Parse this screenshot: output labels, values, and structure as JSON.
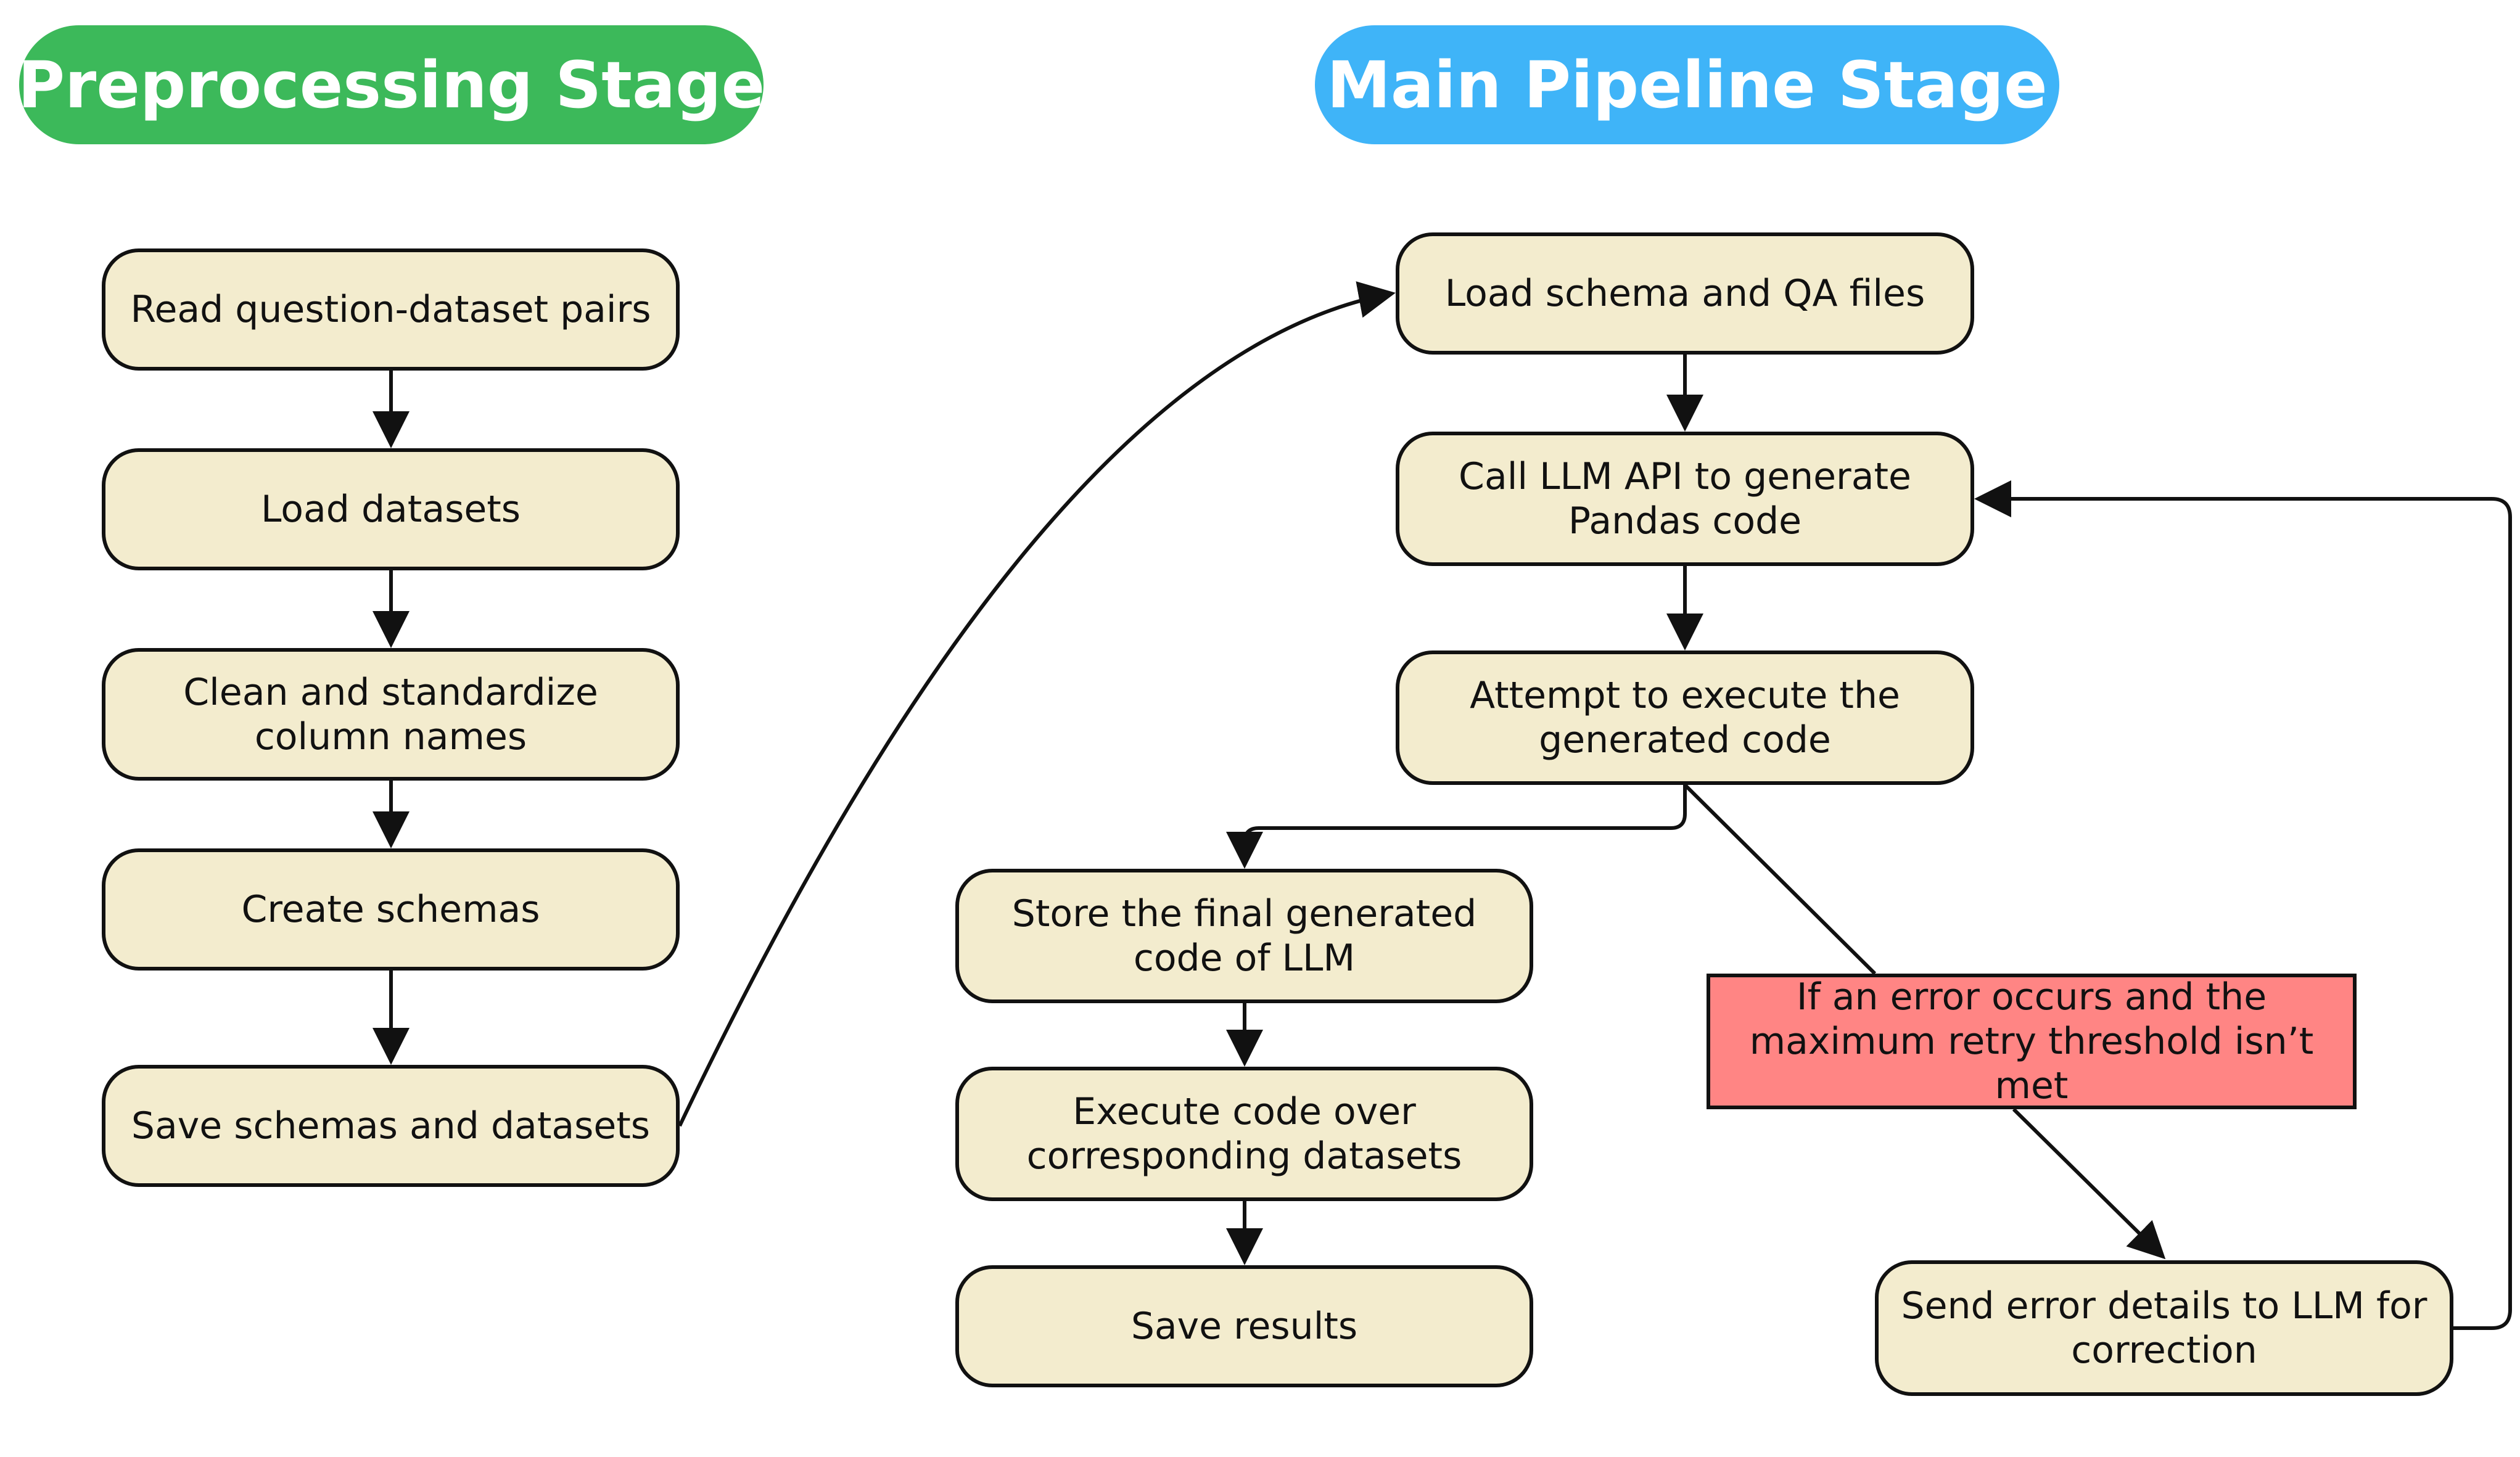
{
  "stages": {
    "preprocessing": "Preprocessing Stage",
    "main": "Main Pipeline Stage"
  },
  "colors": {
    "preprocessing_header": "#3cb95a",
    "main_header": "#3fb4f8",
    "step_fill": "#f3ecce",
    "condition_fill": "#ff8584",
    "stroke": "#111111"
  },
  "preprocessing_steps": {
    "read": "Read question-dataset pairs",
    "load": "Load datasets",
    "clean": "Clean and standardize column names",
    "schemas": "Create schemas",
    "save": "Save schemas and datasets"
  },
  "main_steps": {
    "load_qa": "Load schema and QA files",
    "call_llm": "Call LLM API to generate Pandas code",
    "attempt": "Attempt to execute the generated code",
    "store": "Store the final generated code of LLM",
    "execute": "Execute code over corresponding datasets",
    "save_results": "Save results",
    "error_condition": "If an error occurs and the maximum retry threshold isn’t met",
    "send_error": "Send error details to LLM for correction"
  }
}
